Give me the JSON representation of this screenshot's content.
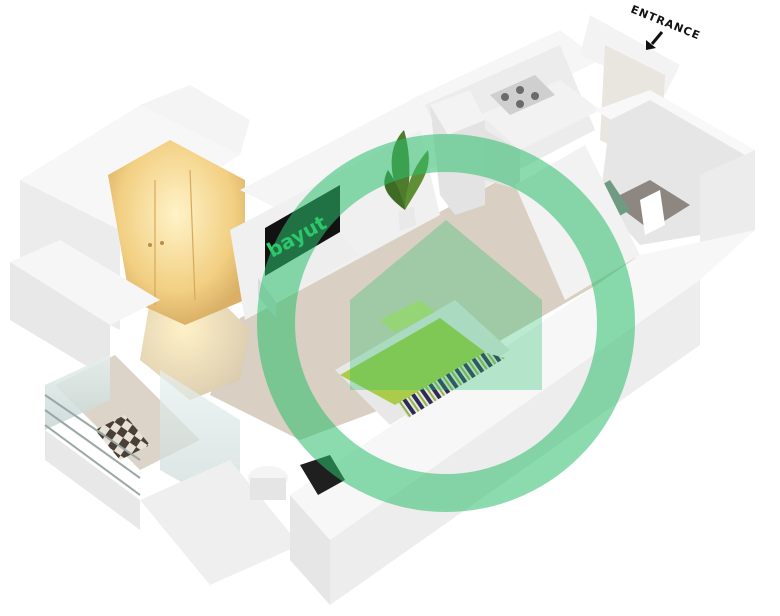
{
  "labels": {
    "entrance": "ENTRANCE"
  },
  "tv_screen": {
    "logo_text": "bayut"
  },
  "watermark": {
    "brand": "bayut",
    "color": "#2dbf6e"
  },
  "colors": {
    "wall_top": "#f4f4f4",
    "wall_side": "#e2e2e2",
    "floor": "#d8cdbf",
    "closet_light": "#f6d58a",
    "bed_cover": "#a9cc4b",
    "watermark_green": "#2dbf6e"
  },
  "icons": {
    "entrance_arrow": "arrow-down-left-icon"
  }
}
